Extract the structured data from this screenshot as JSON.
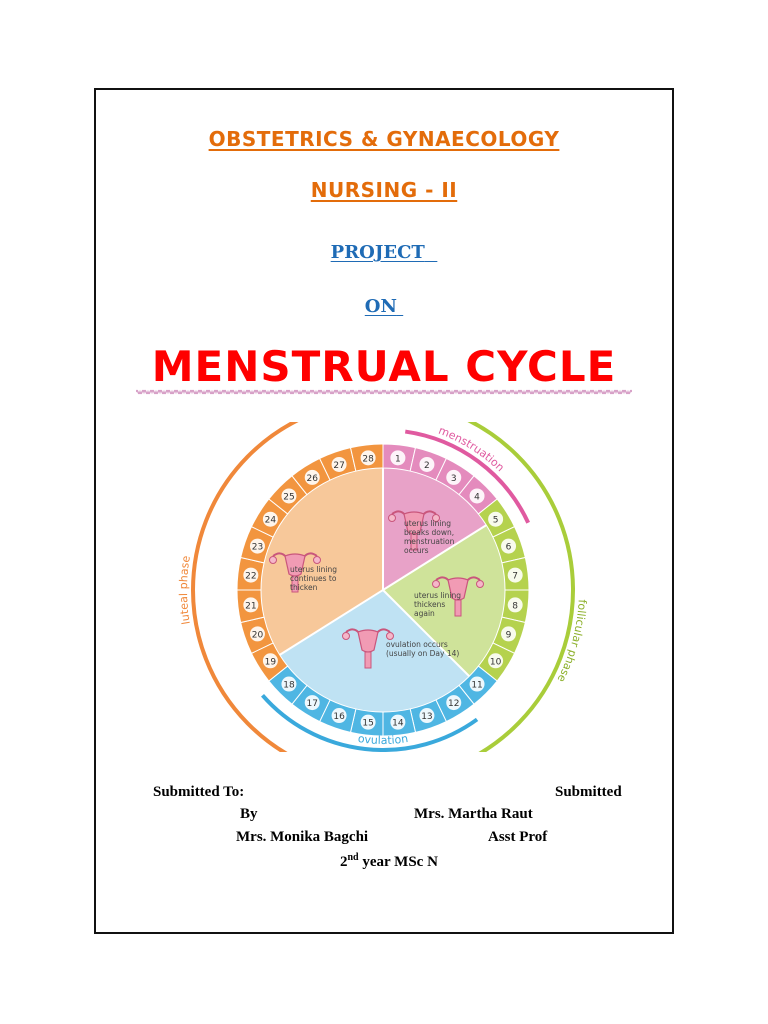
{
  "header": {
    "line1": "OBSTETRICS & GYNAECOLOGY",
    "line2": "NURSING - II",
    "project": "PROJECT",
    "on": "ON",
    "title": "MENSTRUAL CYCLE"
  },
  "diagram": {
    "days": [
      "1",
      "2",
      "3",
      "4",
      "5",
      "6",
      "7",
      "8",
      "9",
      "10",
      "11",
      "12",
      "13",
      "14",
      "15",
      "16",
      "17",
      "18",
      "19",
      "20",
      "21",
      "22",
      "23",
      "24",
      "25",
      "26",
      "27",
      "28"
    ],
    "arc_labels": {
      "menstruation": "menstruation",
      "follicular": "follicular phase",
      "ovulation": "ovulation",
      "luteal": "luteal phase"
    },
    "notes": {
      "menstruation": [
        "uterus lining",
        "breaks down,",
        "menstruation",
        "occurs"
      ],
      "luteal": [
        "uterus lining",
        "continues to",
        "thicken"
      ],
      "follicular": [
        "uterus lining",
        "thickens",
        "again"
      ],
      "ovulation": [
        "ovulation occurs",
        "(usually on Day 14)"
      ]
    },
    "colors": {
      "menstrual": "#e8a2c8",
      "follicular": "#cfe39a",
      "ovulation": "#bfe2f3",
      "luteal": "#f7c89a",
      "orange": "#f0883a",
      "pink": "#e05aa0",
      "green": "#a9cd3a",
      "blue": "#3aa9dc"
    }
  },
  "submission": {
    "to_label": "Submitted To:",
    "by_label_1": "Submitted",
    "by_label_2": "By",
    "to_name": "Mrs. Martha Raut",
    "to_title": "Asst Prof",
    "by_name": "Mrs. Monika Bagchi",
    "year_num": "2",
    "year_sup": "nd",
    "year_rest": " year MSc N"
  }
}
